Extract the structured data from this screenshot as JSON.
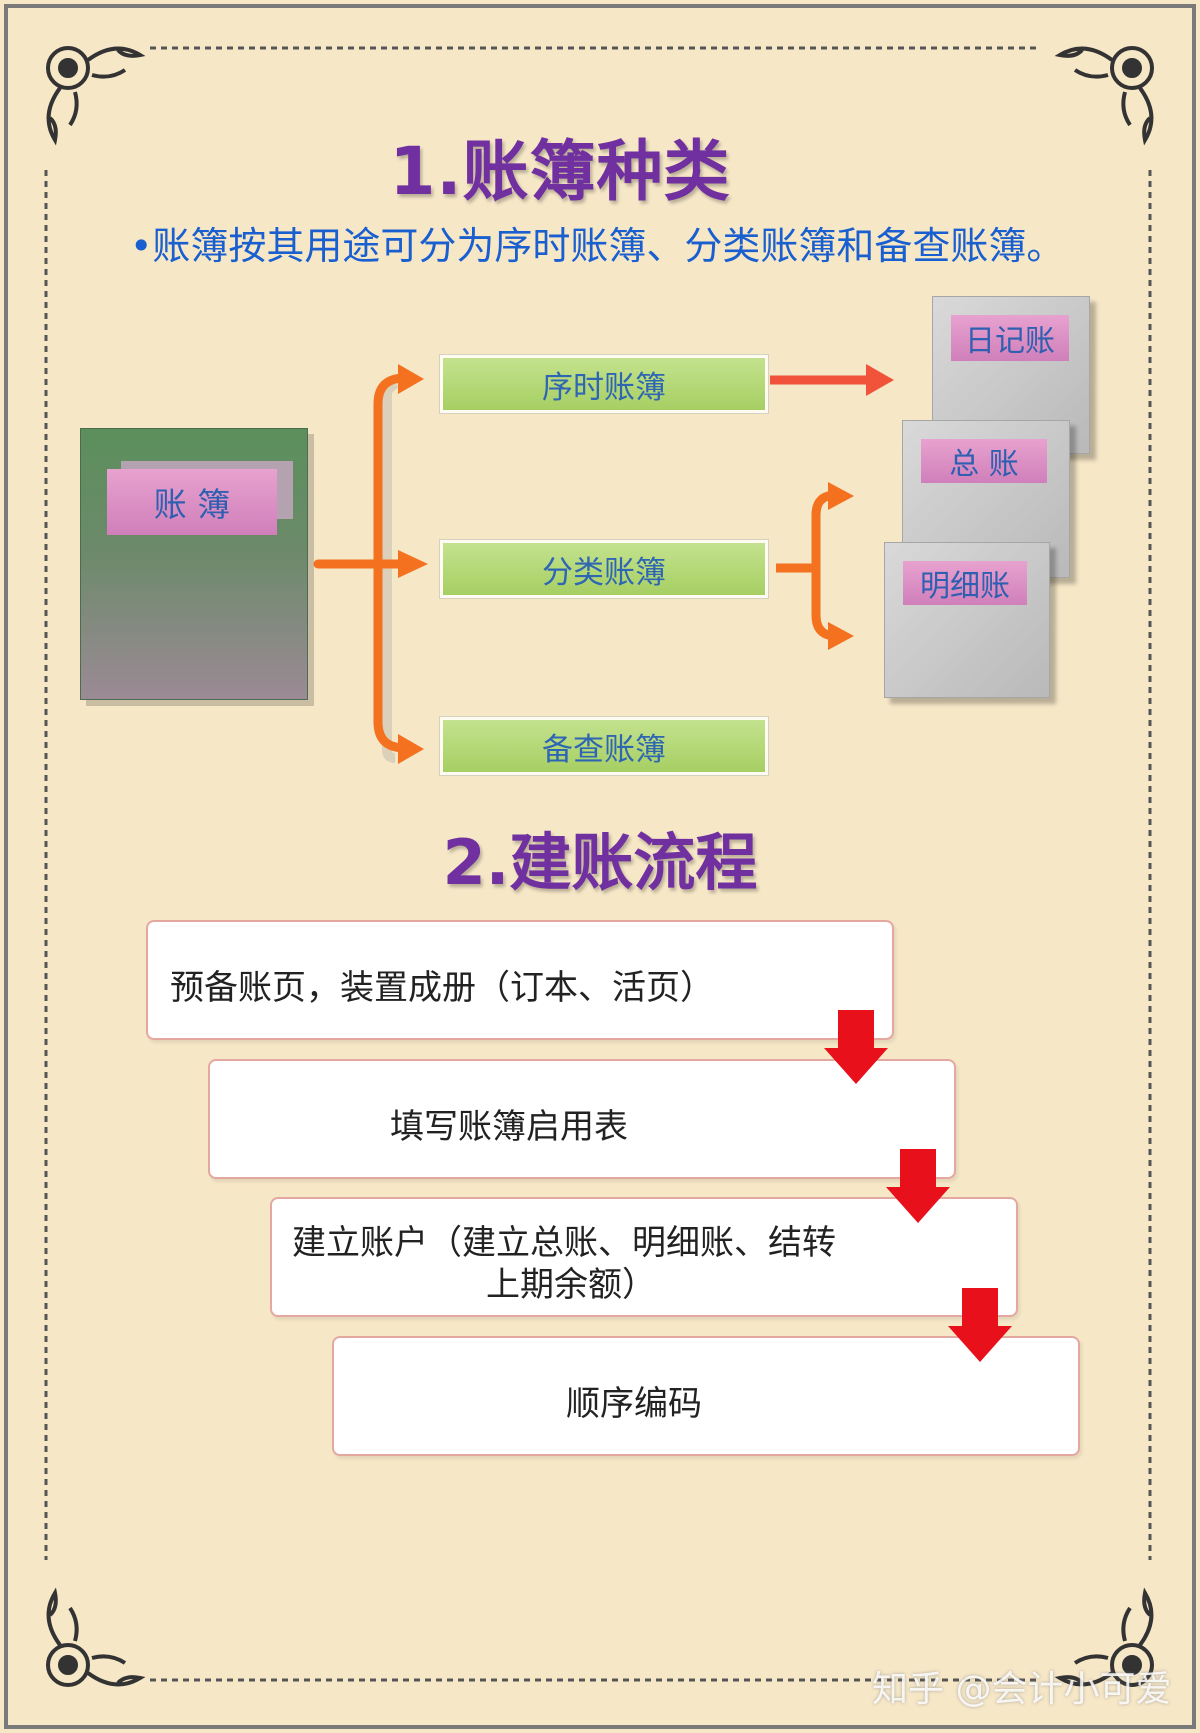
{
  "section1": {
    "title": "1.账簿种类",
    "subtitle": "•账簿按其用途可分为序时账簿、分类账簿和备查账簿。",
    "root_label": "账  簿",
    "branches": [
      "序时账簿",
      "分类账簿",
      "备查账簿"
    ],
    "sheets": [
      "日记账",
      "总  账",
      "明细账"
    ]
  },
  "section2": {
    "title": "2.建账流程",
    "steps": [
      {
        "line1": "预备账页，装置成册（订本、活页）",
        "line2": ""
      },
      {
        "line1": "填写账簿启用表",
        "line2": ""
      },
      {
        "line1": "建立账户（建立总账、明细账、结转",
        "line2": "上期余额）"
      },
      {
        "line1": "顺序编码",
        "line2": ""
      }
    ]
  },
  "watermark": "知乎 @会计小可爱",
  "colors": {
    "title": "#7030a0",
    "subtitle": "#1a5fcf",
    "arrow_orange": "#f4711f",
    "arrow_red": "#e8101a",
    "background": "#f6e7c7"
  },
  "icons": [
    "corner-ornament-icon",
    "arrow-right-icon",
    "arrow-down-icon"
  ]
}
